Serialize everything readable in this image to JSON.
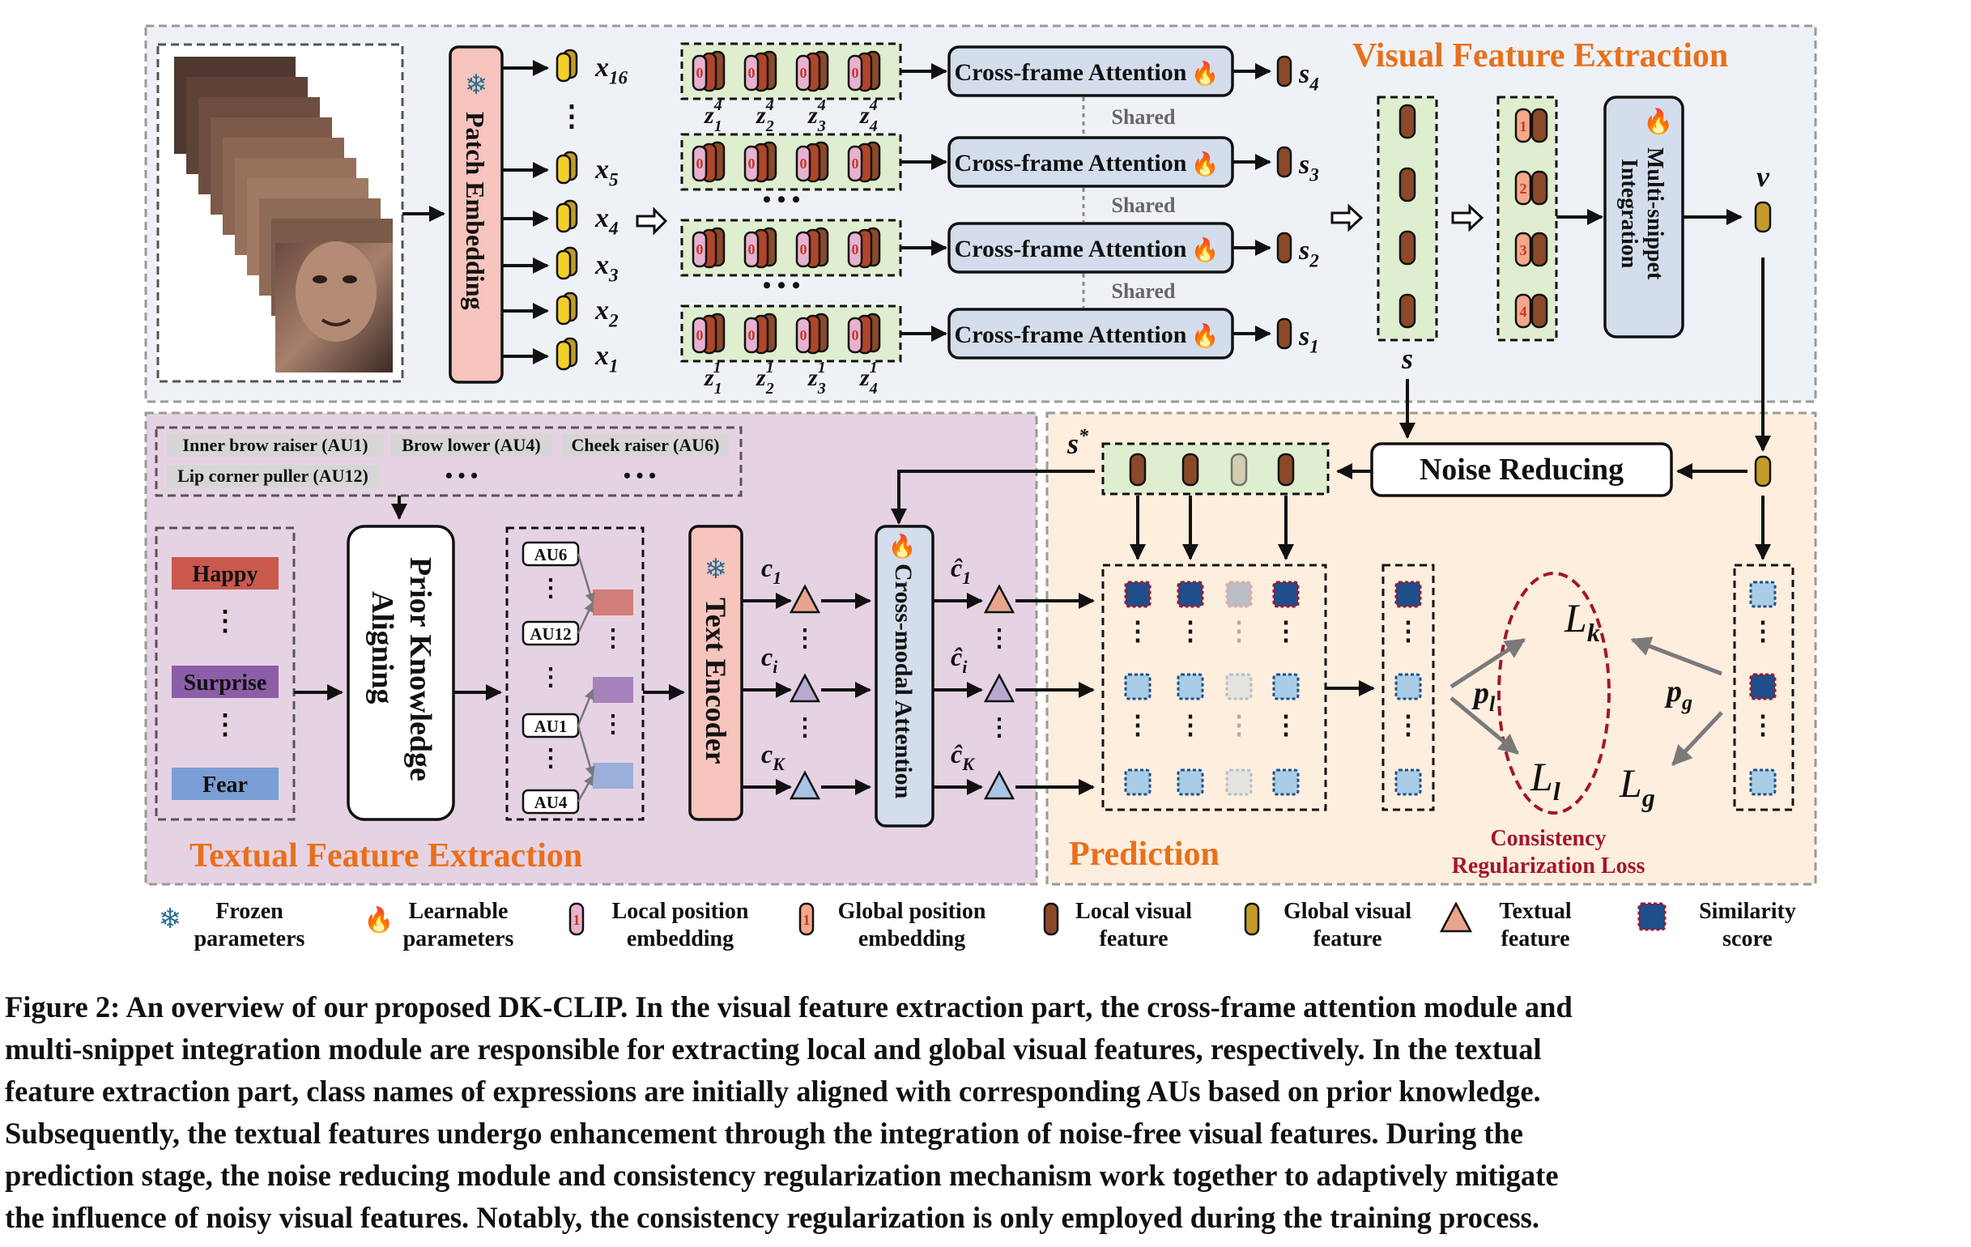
{
  "sections": {
    "visual": "Visual Feature Extraction",
    "textual": "Textual Feature Extraction",
    "prediction": "Prediction"
  },
  "visual": {
    "patch_embedding": "Patch Embedding",
    "patches": [
      "x",
      "x",
      "x",
      "x",
      "x",
      "x"
    ],
    "patch_subs": [
      "16",
      "5",
      "4",
      "3",
      "2",
      "1"
    ],
    "snippet_rows": [
      {
        "block": "Cross-frame Attention",
        "out": "s",
        "out_sub": "4",
        "sup": "4"
      },
      {
        "block": "Cross-frame Attention",
        "out": "s",
        "out_sub": "3",
        "sup": ""
      },
      {
        "block": "Cross-frame Attention",
        "out": "s",
        "out_sub": "2",
        "sup": ""
      },
      {
        "block": "Cross-frame Attention",
        "out": "s",
        "out_sub": "1",
        "sup": "1"
      }
    ],
    "z_subs": [
      "1",
      "2",
      "3",
      "4"
    ],
    "zero": "0",
    "shared": "Shared",
    "s_label": "s",
    "gpe_nums": [
      "1",
      "2",
      "3",
      "4"
    ],
    "msi_line1": "Multi-snippet",
    "msi_line2": "Integration",
    "v_label": "v"
  },
  "textual": {
    "aus": [
      "Inner brow raiser (AU1)",
      "Brow lower (AU4)",
      "Cheek raiser (AU6)",
      "Lip corner puller (AU12)"
    ],
    "ellipsis": "• • •",
    "classes": [
      "Happy",
      "Surprise",
      "Fear"
    ],
    "class_colors": [
      "#c9594d",
      "#8c5ea8",
      "#7b9fd4"
    ],
    "prior_line1": "Prior Knowledge",
    "prior_line2": "Aligning",
    "au_tags": [
      "AU6",
      "AU12",
      "AU1",
      "AU4"
    ],
    "text_encoder": "Text Encoder",
    "c_labels": [
      "1",
      "i",
      "K"
    ],
    "cross_modal": "Cross-modal Attention"
  },
  "prediction": {
    "s_star": "s",
    "s_star_sup": "*",
    "noise_reducing": "Noise Reducing",
    "pl": "p",
    "pl_sub": "l",
    "pg": "p",
    "pg_sub": "g",
    "lk": "L",
    "lk_sub": "k",
    "ll": "L",
    "ll_sub": "l",
    "lg": "L",
    "lg_sub": "g",
    "crl1": "Consistency",
    "crl2": "Regularization Loss"
  },
  "legend": [
    {
      "line1": "Frozen",
      "line2": "parameters",
      "icon": "snowflake-icon"
    },
    {
      "line1": "Learnable",
      "line2": "parameters",
      "icon": "flame-icon"
    },
    {
      "line1": "Local position",
      "line2": "embedding",
      "icon": "local-position-icon",
      "num": "1"
    },
    {
      "line1": "Global position",
      "line2": "embedding",
      "icon": "global-position-icon",
      "num": "1"
    },
    {
      "line1": "Local visual",
      "line2": "feature",
      "icon": "local-visual-icon"
    },
    {
      "line1": "Global visual",
      "line2": "feature",
      "icon": "global-visual-icon"
    },
    {
      "line1": "Textual",
      "line2": "feature",
      "icon": "triangle-icon"
    },
    {
      "line1": "Similarity",
      "line2": "score",
      "icon": "similarity-icon"
    }
  ],
  "colors": {
    "orange_title": "#e8701c",
    "pink_fill": "#f7c4be",
    "blue_fill": "#d3ddeb",
    "green_fill": "#dfeecf",
    "purple_bg": "#e5d3e4",
    "peach_bg": "#fdeede",
    "brown_local": "#8a4a2a",
    "gold_global": "#c49a2a",
    "dark_red": "#a3162b"
  },
  "caption": {
    "line1": "Figure 2: An overview of our proposed DK-CLIP. In the visual feature extraction part, the cross-frame attention module and",
    "line2": "multi-snippet integration module are responsible for extracting local and global visual features, respectively. In the textual",
    "line3": "feature extraction part, class names of expressions are initially aligned with corresponding AUs based on prior knowledge.",
    "line4": "Subsequently, the textual features undergo enhancement through the integration of noise-free visual features. During the",
    "line5": "prediction stage, the noise reducing module and consistency regularization mechanism work together to adaptively mitigate",
    "line6": "the influence of noisy visual features. Notably, the consistency regularization is only employed during the training process."
  }
}
